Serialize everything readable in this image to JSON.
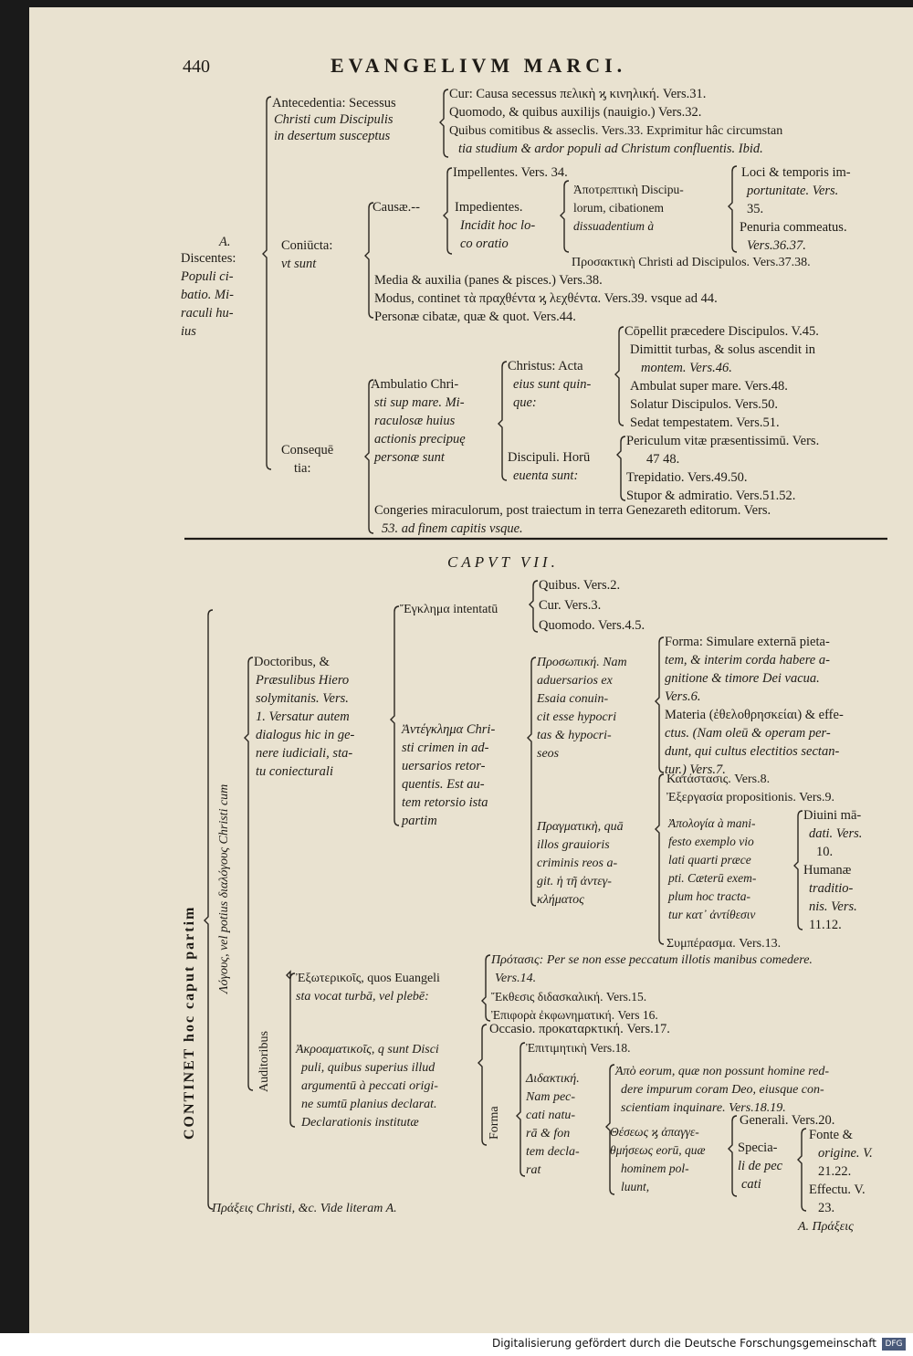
{
  "header": {
    "page_number": "440",
    "running_title": "EVANGELIVM MARCI."
  },
  "upper": {
    "a_label": "A.",
    "discentes": [
      "Discentes:",
      "Populi ci-",
      "batio. Mi-",
      "raculi hu-",
      "ius"
    ],
    "antecedentia": [
      "Antecedentia: Secessus",
      "Christi cum Discipulis",
      "in desertum susceptus"
    ],
    "cur": "Cur: Causa secessus πελικὴ ϗ κινηλική. Vers.31.",
    "quomodo": "Quomodo, & quibus auxilijs (nauigio.) Vers.32.",
    "quibus1": "Quibus comitibus & asseclis. Vers.33. Exprimitur hâc circumstan",
    "quibus2": "tia studium & ardor populi ad Christum confluentis. Ibid.",
    "coniuncta": [
      "Coniūcta:",
      "vt sunt"
    ],
    "causae": "Causæ.--",
    "impellentes": "Impellentes. Vers. 34.",
    "loci": [
      "Loci & temporis im-",
      "portunitate. Vers.",
      "35."
    ],
    "penuria": [
      "Penuria commeatus.",
      "Vers.36.37."
    ],
    "impedientes": [
      "Impedientes.",
      "Incidit hoc lo-",
      "co oratio"
    ],
    "apotrep": [
      "Ἀποτρεπτικὴ Discipu-",
      "lorum, cibationem",
      "dissuadentium à"
    ],
    "prosakt": "Προσακτικὴ Christi ad Discipulos. Vers.37.38.",
    "media": "Media & auxilia (panes & pisces.) Vers.38.",
    "modus": "Modus, continet τὰ πραχθέντα ϗ λεχθέντα. Vers.39. vsque ad 44.",
    "personae": "Personæ cibatæ, quæ & quot. Vers.44.",
    "consequentia": [
      "Consequē",
      "tia:"
    ],
    "ambulatio": [
      "Ambulatio Chri-",
      "sti sup mare. Mi-",
      "raculosæ huius",
      "actionis precipuę",
      "personæ sunt"
    ],
    "christus": [
      "Christus: Acta",
      "eius sunt quin-",
      "que:"
    ],
    "compellit": "Cōpellit præcedere Discipulos. V.45.",
    "dimittit": [
      "Dimittit turbas, & solus ascendit in",
      "montem. Vers.46."
    ],
    "ambulat": "Ambulat super mare. Vers.48.",
    "solatur": "Solatur Discipulos. Vers.50.",
    "sedat": "Sedat tempestatem. Vers.51.",
    "discipuli": [
      "Discipuli. Horū",
      "euenta sunt:"
    ],
    "periculum": [
      "Periculum vitæ præsentissimū. Vers.",
      "47 48."
    ],
    "trepidatio": "Trepidatio. Vers.49.50.",
    "stupor": "Stupor & admiratio. Vers.51.52.",
    "congeries": [
      "Congeries miraculorum, post traiectum in terra Genezareth editorum. Vers.",
      "53. ad finem capitis vsque."
    ]
  },
  "chapter_title": "CAPVT VII.",
  "lower": {
    "continet": "CONTINET hoc caput partim",
    "logous": "Λόγους, vel potius διαλόγους Christi cum",
    "auditoribus": "Auditoribus",
    "doctoribus": [
      "Doctoribus, &",
      "Præsulibus Hiero",
      "solymitanis. Vers.",
      "1. Versatur autem",
      "dialogus hic in ge-",
      "nere iudiciali, sta-",
      "tu coniecturali"
    ],
    "enklema": "Ἔγκλημα intentatū",
    "quibus": "Quibus. Vers.2.",
    "cur": "Cur. Vers.3.",
    "quomodo": "Quomodo. Vers.4.5.",
    "antenklema": [
      "Ἀντέγκλημα Chri-",
      "sti crimen in ad-",
      "uersarios retor-",
      "quentis. Est au-",
      "tem retorsio ista",
      "partim"
    ],
    "prosopike": [
      "Προσωπική. Nam",
      "aduersarios ex",
      "Esaia conuin-",
      "cit esse hypocri",
      "tas & hypocri-",
      "seos"
    ],
    "forma": [
      "Forma: Simulare externā pieta-",
      "tem, & interim corda habere a-",
      "gnitione & timore Dei vacua.",
      "Vers.6."
    ],
    "materia": [
      "Materia (ἐθελοθρησκείαι) & effe-",
      "ctus. (Nam oleū & operam per-",
      "dunt, qui cultus electitios sectan-",
      "tur.) Vers.7."
    ],
    "pragmatike": [
      "Πραγματικὴ, quā",
      "illos grauioris",
      "criminis reos a-",
      "git. ἡ τῆ ἀντεγ-",
      "κλήματος"
    ],
    "katastasis": "Κατάστασις. Vers.8.",
    "exergasia": "Ἐξεργασία propositionis. Vers.9.",
    "apologia": [
      "Ἀπολογία à mani-",
      "festo exemplo vio",
      "lati quarti præce",
      "pti. Cæterū exem-",
      "plum hoc tracta-",
      "tur κατ᾽ ἀντίθεσιν"
    ],
    "diuini": [
      "Diuini mā-",
      "dati. Vers.",
      "10."
    ],
    "humanae": [
      "Humanæ",
      "traditio-",
      "nis. Vers.",
      "11.12."
    ],
    "symperasma": "Συμπέρασμα. Vers.13.",
    "exoterikois": [
      "Ἐξωτερικοῖς, quos Euangeli",
      "sta vocat turbā, vel plebē:"
    ],
    "protasis": [
      "Πρότασις: Per se non esse peccatum illotis manibus comedere.",
      "Vers.14."
    ],
    "ekthesis": "Ἔκθεσις διδασκαλική. Vers.15.",
    "epiphora": "Ἐπιφορὰ ἐκφωνηματική. Vers 16.",
    "akroamatikois": [
      "Ἀκροαματικοῖς, q sunt Disci",
      "puli, quibus superius illud",
      "argumentū à peccati origi-",
      "ne sumtū planius declarat.",
      "Declarationis institutæ"
    ],
    "occasio": "Occasio. προκαταρκτική. Vers.17.",
    "forma2": "Forma",
    "epitimetike": "Ἐπιτιμητικὴ Vers.18.",
    "didaktike": [
      "Διδακτική.",
      "Nam pec-",
      "cati natu-",
      "rā & fon",
      "tem decla-",
      "rat"
    ],
    "apo": [
      "Ἀπὸ eorum, quæ non possunt homine red-",
      "dere impurum coram Deo, eiusque con-",
      "scientiam inquinare. Vers.18.19."
    ],
    "theseos": [
      "Θέσεως ϗ ἀπαγγε-",
      "θμήσεως eorū, quæ",
      "hominem pol-",
      "luunt,"
    ],
    "generali": "Generali. Vers.20.",
    "speciali": [
      "Specia-",
      "li de pec",
      "cati"
    ],
    "fonte": [
      "Fonte &",
      "origine. V.",
      "21.22."
    ],
    "effectu": [
      "Effectu. V.",
      "23."
    ],
    "catchword": "A. Πράξεις",
    "praxeis": "Πράξεις Christi, &c. Vide literam A."
  },
  "footer": {
    "text": "Digitalisierung gefördert durch die Deutsche Forschungsgemeinschaft",
    "logo": "DFG"
  }
}
